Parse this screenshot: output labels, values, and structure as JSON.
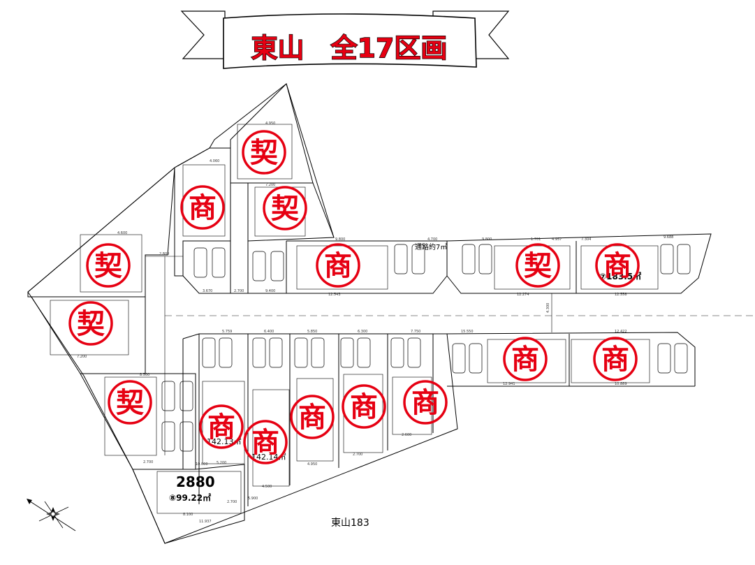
{
  "banner": {
    "title": "東山　全17区画",
    "title_color": "#e60012"
  },
  "road_label": "通路約7㎡",
  "address": "東山183",
  "highlight_lot": {
    "price": "2880",
    "area": "⑧99.22㎡"
  },
  "lot_area_texts": {
    "lot7": "⑦183.5㎡",
    "lotA": "142.13㎡",
    "lotB": "142.14㎡"
  },
  "stamps": [
    {
      "id": "lot-top",
      "char": "契",
      "status": "contracted"
    },
    {
      "id": "lot-upper-left-narrow",
      "char": "商",
      "status": "negotiating"
    },
    {
      "id": "lot-upper-mid",
      "char": "契",
      "status": "contracted"
    },
    {
      "id": "lot-far-left-upper",
      "char": "契",
      "status": "contracted"
    },
    {
      "id": "lot-north-center",
      "char": "商",
      "status": "negotiating"
    },
    {
      "id": "lot-north-right-1",
      "char": "契",
      "status": "contracted"
    },
    {
      "id": "lot-north-right-7",
      "char": "商",
      "status": "negotiating"
    },
    {
      "id": "lot-far-left-lower",
      "char": "契",
      "status": "contracted"
    },
    {
      "id": "lot-south-right-2",
      "char": "商",
      "status": "negotiating"
    },
    {
      "id": "lot-south-right-1",
      "char": "商",
      "status": "negotiating"
    },
    {
      "id": "lot-left-lower",
      "char": "契",
      "status": "contracted"
    },
    {
      "id": "lot-south-a",
      "char": "商",
      "status": "negotiating"
    },
    {
      "id": "lot-south-b",
      "char": "商",
      "status": "negotiating"
    },
    {
      "id": "lot-south-c",
      "char": "商",
      "status": "negotiating"
    },
    {
      "id": "lot-south-d",
      "char": "商",
      "status": "negotiating"
    },
    {
      "id": "lot-south-e",
      "char": "商",
      "status": "negotiating"
    }
  ],
  "colors": {
    "stamp": "#e60012",
    "lines": "#000000",
    "background": "#ffffff"
  },
  "icons": [
    "compass-rose-icon",
    "car-icon"
  ]
}
